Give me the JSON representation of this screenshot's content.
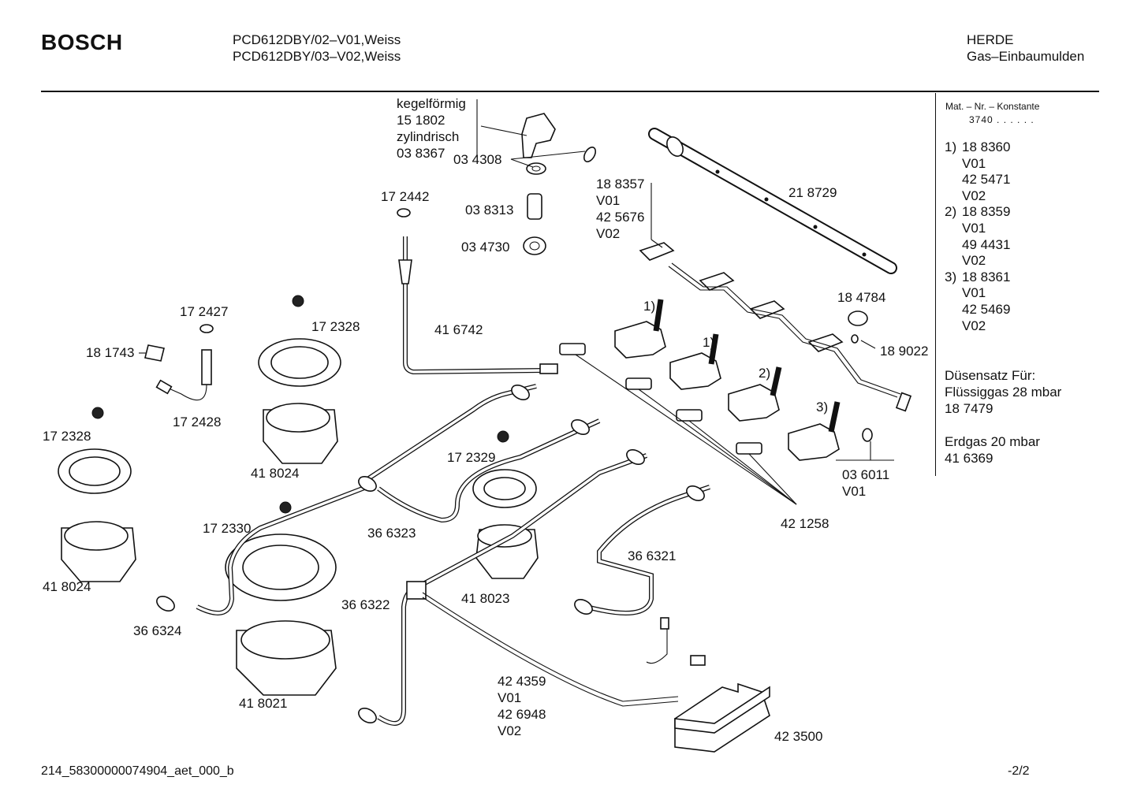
{
  "header": {
    "brand": "BOSCH",
    "model_line_1": "PCD612DBY/02–V01,Weiss",
    "model_line_2": "PCD612DBY/03–V02,Weiss",
    "category_line_1": "HERDE",
    "category_line_2": "Gas–Einbaumulden"
  },
  "sidebar": {
    "mat_header": "Mat. – Nr. – Konstante",
    "mat_code": "3740 . . . . . .",
    "entries": [
      {
        "num": "1)",
        "value": "18 8360"
      },
      {
        "num": "",
        "value": "V01"
      },
      {
        "num": "",
        "value": "42 5471"
      },
      {
        "num": "",
        "value": "V02"
      },
      {
        "num": "2)",
        "value": "18 8359"
      },
      {
        "num": "",
        "value": "V01"
      },
      {
        "num": "",
        "value": "49 4431"
      },
      {
        "num": "",
        "value": "V02"
      },
      {
        "num": "3)",
        "value": "18 8361"
      },
      {
        "num": "",
        "value": "V01"
      },
      {
        "num": "",
        "value": "42 5469"
      },
      {
        "num": "",
        "value": "V02"
      }
    ],
    "duesen_title": "Düsensatz Für:",
    "duesen_lpg": "Flüssiggas 28 mbar",
    "duesen_lpg_no": "18 7479",
    "duesen_ng": "Erdgas 20 mbar",
    "duesen_ng_no": "41 6369"
  },
  "labels": {
    "kegel": "kegelförmig",
    "kegel_no": "15 1802",
    "zyl": "zylindrisch",
    "zyl_no": "03 8367",
    "p034308": "03 4308",
    "p172442": "17 2442",
    "p038313": "03 8313",
    "p034730": "03 4730",
    "p188357": "18 8357",
    "p188357_v1": "V01",
    "p188357_alt": "42 5676",
    "p188357_v2": "V02",
    "p218729": "21 8729",
    "p184784": "18 4784",
    "p189022": "18 9022",
    "p172427": "17 2427",
    "p172328a": "17 2328",
    "p181743": "18 1743",
    "p416742": "41 6742",
    "p172428": "17 2428",
    "p172328b": "17 2328",
    "p418024a": "41 8024",
    "p172329": "17 2329",
    "p036011": "03 6011",
    "p036011_v": "V01",
    "p421258": "42 1258",
    "p172330": "17 2330",
    "p366323": "36 6323",
    "p418024b": "41 8024",
    "p366321": "36 6321",
    "p366322": "36 6322",
    "p418023": "41 8023",
    "p366324": "36 6324",
    "p418021": "41 8021",
    "p424359": "42 4359",
    "p424359_v1": "V01",
    "p424359_alt": "42 6948",
    "p424359_v2": "V02",
    "p423500": "42 3500",
    "m1a": "1)",
    "m1b": "1)",
    "m2": "2)",
    "m3": "3)"
  },
  "footer": {
    "doc_id": "214_58300000074904_aet_000_b",
    "page": "-2/2"
  }
}
